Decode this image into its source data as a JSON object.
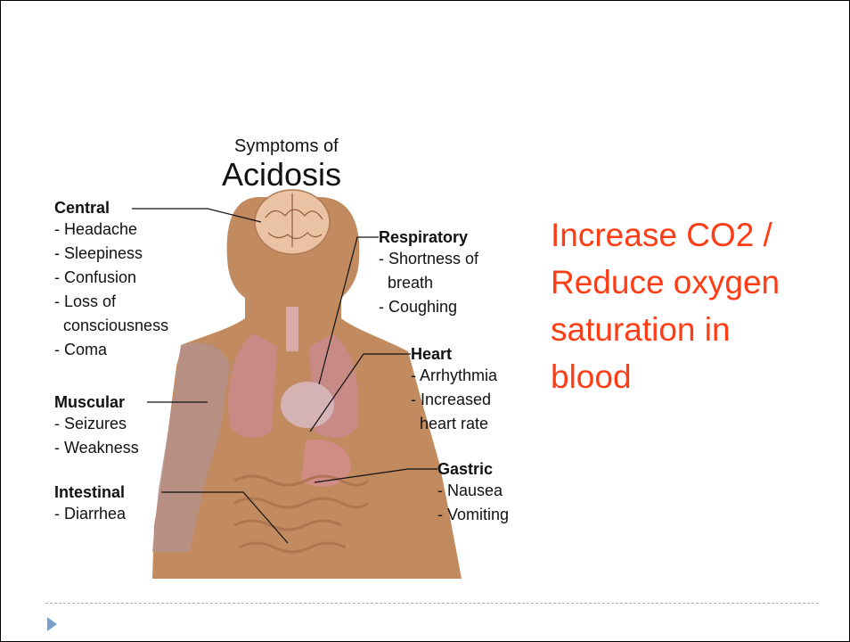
{
  "figure": {
    "title_small": "Symptoms of",
    "title_big": "Acidosis",
    "groups": [
      {
        "key": "central",
        "heading": "Central",
        "items": [
          "- Headache",
          "- Sleepiness",
          "- Confusion",
          "- Loss of",
          "  consciousness",
          "- Coma"
        ]
      },
      {
        "key": "muscular",
        "heading": "Muscular",
        "items": [
          "- Seizures",
          "- Weakness"
        ]
      },
      {
        "key": "intestinal",
        "heading": "Intestinal",
        "items": [
          "- Diarrhea"
        ]
      },
      {
        "key": "respiratory",
        "heading": "Respiratory",
        "items": [
          "- Shortness of",
          "  breath",
          "- Coughing"
        ]
      },
      {
        "key": "heart",
        "heading": "Heart",
        "items": [
          "- Arrhythmia",
          "- Increased",
          "  heart rate"
        ]
      },
      {
        "key": "gastric",
        "heading": "Gastric",
        "items": [
          "- Nausea",
          "- Vomiting"
        ]
      }
    ]
  },
  "side_text": {
    "lines": [
      "Increase CO2 /",
      "Reduce oxygen",
      "saturation in",
      "blood"
    ],
    "color": "#ff3c14"
  },
  "colors": {
    "skin": "#c28a5f",
    "skin_dark": "#a9714a",
    "organ": "#c98a8e",
    "bullet": "#7c9ecb"
  }
}
